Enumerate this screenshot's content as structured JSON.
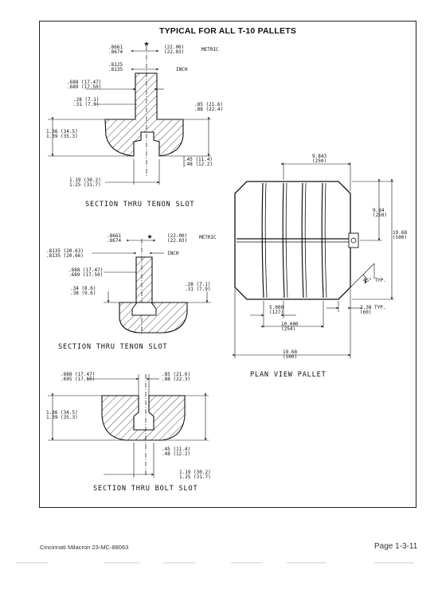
{
  "page": {
    "title": "TYPICAL FOR ALL T-10 PALLETS",
    "footer_left": "Cincinnati Milacron 23-MC-88063",
    "page_number": "Page 1-3-11"
  },
  "section1": {
    "caption": "SECTION THRU TENON SLOT",
    "dims": {
      "slot_top_inch": ".8661\n.8674",
      "slot_top_metric": "(22.00)\n(22.03)",
      "metric_label": "METRIC",
      "slot_neck": ".8125\n.8135",
      "inch_label": "INCH",
      "neck_width": ".688 (17.47)\n.689 (17.50)",
      "neck_depth": ".28 (7.1)\n.31 (7.9)",
      "right_top": ".85 (21.6)\n.88 (22.4)",
      "left_height": "1.36 (34.5)\n1.39 (35.3)",
      "right_low": ".45 (11.4)\n.48 (12.2)",
      "bottom": "1.19 (30.2)\n1.25 (31.7)"
    }
  },
  "section2": {
    "caption": "SECTION THRU TENON SLOT",
    "dims": {
      "slot_top_inch": ".8661\n.8674",
      "slot_top_metric": "(22.00)\n(22.03)",
      "metric_label": "METRIC",
      "left_width": ".8135 (20.63)\n.8135 (20.66)",
      "inch_label": "INCH",
      "neck_width": ".688 (17.47)\n.689 (17.50)",
      "left_depth": ".34 (8.6)\n.38 (9.6)",
      "right_depth": ".28 (7.1)\n.31 (7.9)"
    }
  },
  "section3": {
    "caption": "SECTION THRU BOLT SLOT",
    "dims": {
      "neck_width": ".688 (17.47)\n.695 (17.65)",
      "right_top": ".85 (21.6)\n.88 (22.3)",
      "left_height": "1.36 (34.5)\n1.39 (35.3)",
      "right_low": ".45 (11.4)\n.48 (12.2)",
      "bottom": "1.19 (30.2)\n1.25 (31.7)"
    }
  },
  "plan": {
    "caption": "PLAN VIEW PALLET",
    "dims": {
      "top_pitch": "9.843\n(250)",
      "right_pitch": "9.84\n(250)",
      "right_overall": "19.68\n(500)",
      "angle": "45° TYP.",
      "chamfer": "2.38 TYP.\n(60)",
      "inner": "5.000\n(127)",
      "center": "10.000\n(254)",
      "overall": "19.68\n(500)"
    }
  }
}
